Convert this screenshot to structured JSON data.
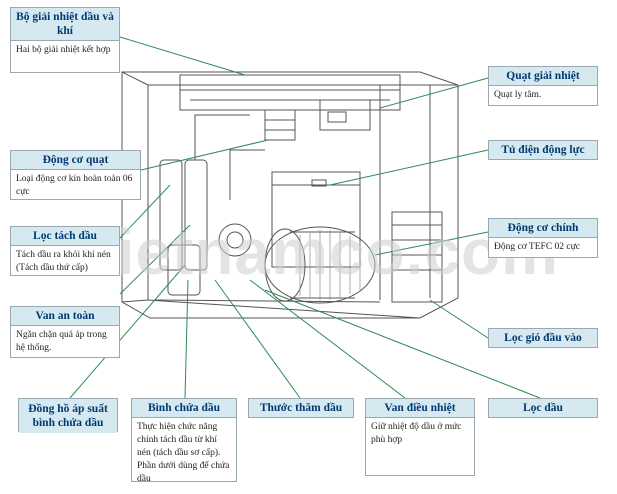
{
  "watermark": "vietnamco.com",
  "labels": {
    "heat_exchanger": {
      "title": "Bộ giải nhiệt dầu và khí",
      "desc": "Hai bộ giải nhiệt kết hợp"
    },
    "fan_motor": {
      "title": "Động cơ quạt",
      "desc": "Loại động cơ kín hoàn toàn 06 cực"
    },
    "oil_separator": {
      "title": "Lọc tách dầu",
      "desc": "Tách dầu ra khỏi khí nén (Tách dầu thứ cấp)"
    },
    "safety_valve": {
      "title": "Van an toàn",
      "desc": "Ngăn chặn quá áp trong hệ thống."
    },
    "pressure_gauge": {
      "title": "Đồng hồ áp suất bình chứa dầu"
    },
    "oil_tank": {
      "title": "Bình chứa dầu",
      "desc": "Thực hiện chức năng chính tách dầu từ khí nén (tách dầu sơ cấp). Phần dưới dùng để chứa dầu"
    },
    "oil_gauge": {
      "title": "Thước thăm dầu"
    },
    "thermostat_valve": {
      "title": "Van điều nhiệt",
      "desc": "Giữ nhiệt độ dầu ở mức phù hợp"
    },
    "oil_filter": {
      "title": "Lọc dầu"
    },
    "cooling_fan": {
      "title": "Quạt giải nhiệt",
      "desc": "Quạt ly tâm."
    },
    "control_panel": {
      "title": "Tủ điện động lực"
    },
    "main_motor": {
      "title": "Động cơ chính",
      "desc": "Động cơ TEFC 02 cực"
    },
    "air_filter": {
      "title": "Lọc gió đầu vào"
    }
  },
  "colors": {
    "header_bg": "#d6e8f0",
    "header_text": "#003a70",
    "leader_line": "#2e8b57"
  }
}
